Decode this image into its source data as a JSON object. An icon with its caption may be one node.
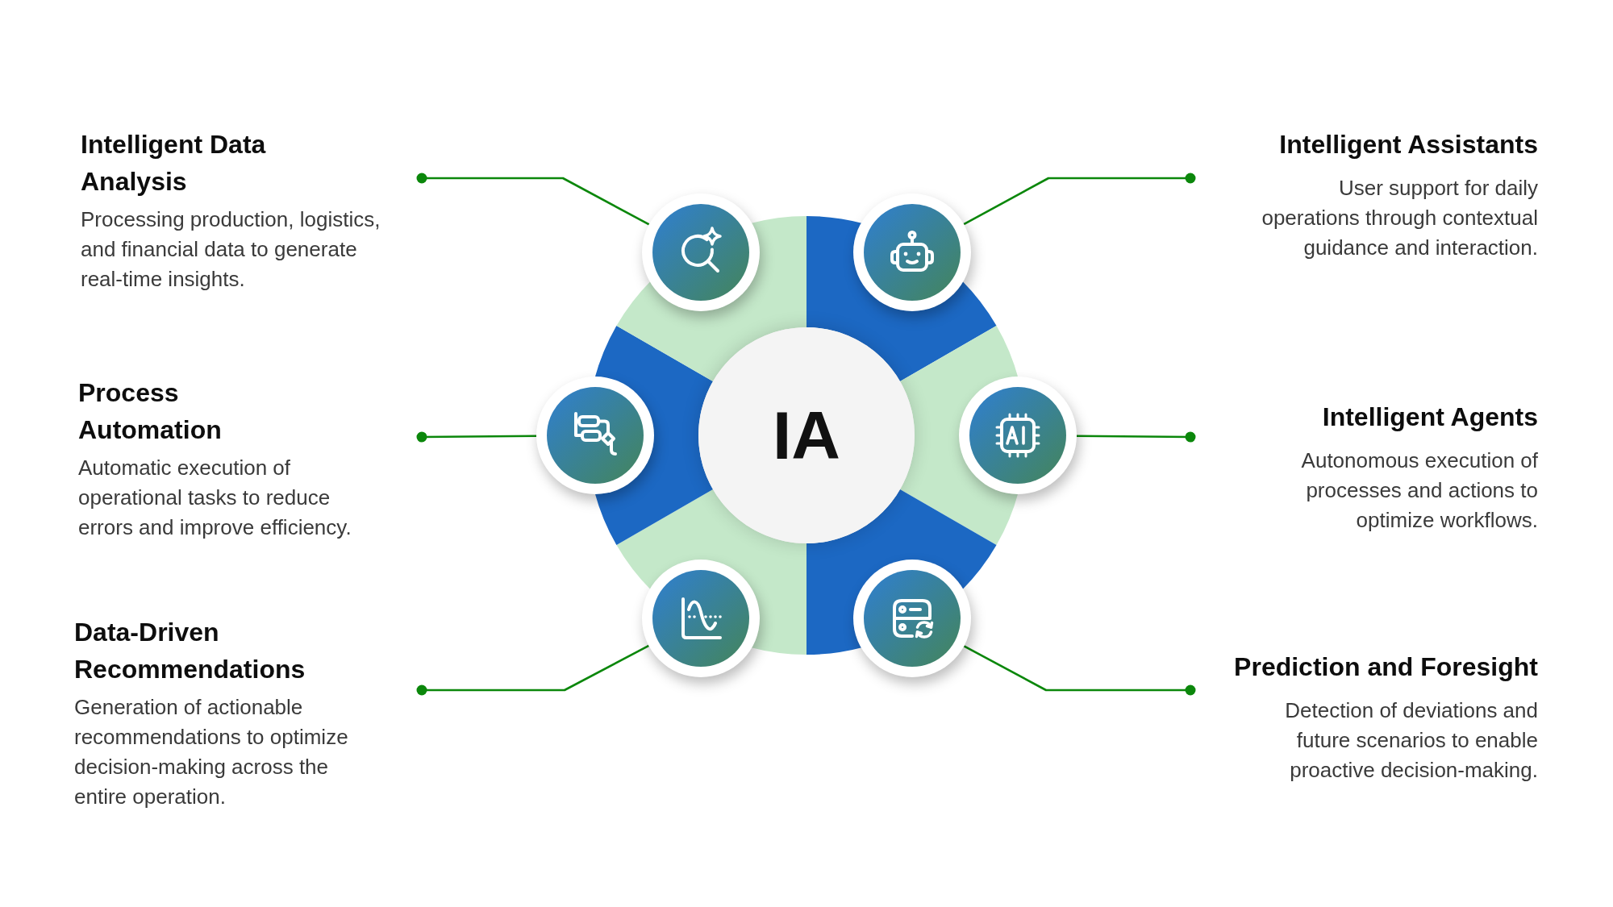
{
  "diagram": {
    "nodes": [
      {
        "text": [
          "Intelligent Data Analysis",
          "Processing production, logistics, and financial data to generate real-time insights."
        ]
      },
      {
        "text": [],
        "shape": "circle"
      },
      {
        "text": [],
        "shape": "circle"
      },
      {
        "text": [
          "Intelligent Assistants",
          "User support for daily operations through contextual guidance and interaction."
        ]
      },
      {
        "text": [
          "Process Automation",
          "Automatic execution of operational tasks to reduce errors and improve efficiency."
        ]
      },
      {
        "text": [],
        "shape": "circle"
      },
      {
        "text": [
          "IA"
        ]
      },
      {
        "text": [],
        "shape": "circle"
      },
      {
        "text": [
          "Intelligent Agents",
          "Autonomous execution of processes and actions to optimize workflows."
        ]
      },
      {
        "text": [
          "Data-Driven Recommendations",
          "Generation of actionable recommendations to optimize decision-making across the entire operation."
        ]
      },
      {
        "text": [],
        "shape": "circle"
      },
      {
        "text": [],
        "shape": "circle"
      },
      {
        "text": [
          "Prediction and Foresight",
          "Detection of deviations and future scenarios to enable proactive decision-making."
        ]
      }
    ],
    "edges": [
      {
        "from": 0,
        "to": 1,
        "arrow": "other"
      },
      {
        "from": 3,
        "to": 2,
        "arrow": "other"
      },
      {
        "from": 4,
        "to": 5,
        "arrow": "other"
      },
      {
        "from": 8,
        "to": 7,
        "arrow": "other"
      },
      {
        "from": 9,
        "to": 10,
        "arrow": "other"
      },
      {
        "from": 12,
        "to": 11,
        "arrow": "other"
      }
    ]
  }
}
